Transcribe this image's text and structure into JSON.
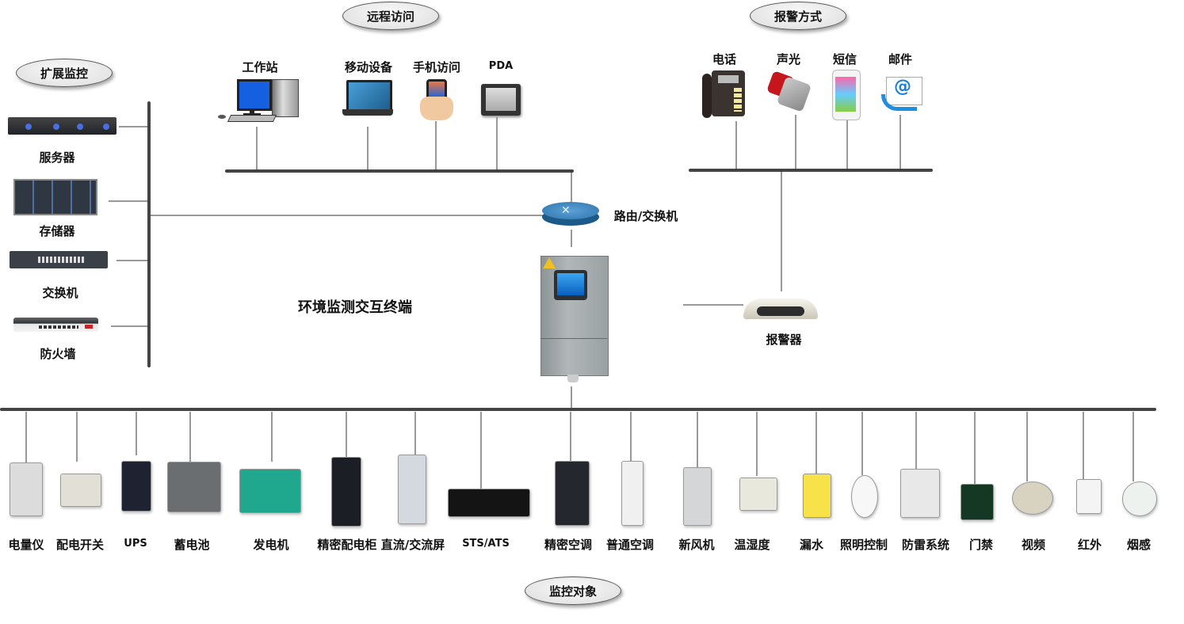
{
  "groups": {
    "remote_access": "远程访问",
    "alarm_methods": "报警方式",
    "extended_monitoring": "扩展监控",
    "monitored_objects": "监控对象"
  },
  "center": {
    "terminal_label": "环境监测交互终端",
    "router_label": "路由/交换机",
    "alarm_device_label": "报警器"
  },
  "remote_access_devices": [
    {
      "label": "工作站",
      "icon": "workstation-icon"
    },
    {
      "label": "移动设备",
      "icon": "laptop-icon"
    },
    {
      "label": "手机访问",
      "icon": "phone-hand-icon"
    },
    {
      "label": "PDA",
      "icon": "pda-icon"
    }
  ],
  "alarm_devices": [
    {
      "label": "电话",
      "icon": "telephone-icon"
    },
    {
      "label": "声光",
      "icon": "siren-icon"
    },
    {
      "label": "短信",
      "icon": "smartphone-icon"
    },
    {
      "label": "邮件",
      "icon": "email-icon"
    }
  ],
  "extended_devices": [
    {
      "label": "服务器",
      "icon": "server-icon"
    },
    {
      "label": "存储器",
      "icon": "storage-icon"
    },
    {
      "label": "交换机",
      "icon": "switch-icon"
    },
    {
      "label": "防火墙",
      "icon": "firewall-icon"
    }
  ],
  "monitored_devices": [
    {
      "label": "电量仪",
      "icon": "power-meter-icon"
    },
    {
      "label": "配电开关",
      "icon": "distribution-switch-icon"
    },
    {
      "label": "UPS",
      "icon": "ups-icon"
    },
    {
      "label": "蓄电池",
      "icon": "battery-rack-icon"
    },
    {
      "label": "发电机",
      "icon": "generator-icon"
    },
    {
      "label": "精密配电柜",
      "icon": "precision-cabinet-icon"
    },
    {
      "label": "直流/交流屏",
      "icon": "dc-ac-panel-icon"
    },
    {
      "label": "STS/ATS",
      "icon": "sts-ats-icon"
    },
    {
      "label": "精密空调",
      "icon": "precision-ac-icon"
    },
    {
      "label": "普通空调",
      "icon": "ac-icon"
    },
    {
      "label": "新风机",
      "icon": "fresh-air-icon"
    },
    {
      "label": "温湿度",
      "icon": "thermo-hygrometer-icon"
    },
    {
      "label": "漏水",
      "icon": "water-leak-icon"
    },
    {
      "label": "照明控制",
      "icon": "light-bulb-icon"
    },
    {
      "label": "防雷系统",
      "icon": "lightning-protection-icon"
    },
    {
      "label": "门禁",
      "icon": "access-control-icon"
    },
    {
      "label": "视频",
      "icon": "camera-icon"
    },
    {
      "label": "红外",
      "icon": "infrared-sensor-icon"
    },
    {
      "label": "烟感",
      "icon": "smoke-detector-icon"
    }
  ]
}
